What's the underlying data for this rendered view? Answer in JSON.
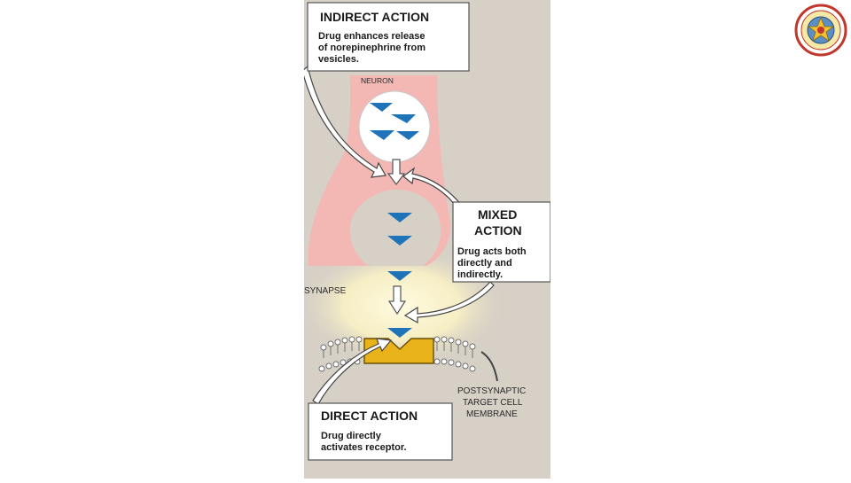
{
  "indirect": {
    "title": "INDIRECT ACTION",
    "lines": [
      "Drug enhances release",
      "of norepinephrine from",
      "vesicles."
    ]
  },
  "mixed": {
    "title_lines": [
      "MIXED",
      "ACTION"
    ],
    "lines": [
      "Drug acts both",
      "directly and",
      "indirectly."
    ]
  },
  "direct": {
    "title": "DIRECT ACTION",
    "lines": [
      "Drug directly",
      "activates receptor."
    ]
  },
  "labels": {
    "neuron": "NEURON",
    "synapse": "SYNAPSE",
    "membrane_lines": [
      "POSTSYNAPTIC",
      "TARGET CELL",
      "MEMBRANE"
    ]
  },
  "colors": {
    "background": "#d6d0c6",
    "neuron": "#f3b8b3",
    "vesicle": "#dcdcdc",
    "drug": "#1f73b8",
    "receptor": "#e8b21a",
    "glow": "#fff8c8"
  },
  "icons": {
    "logo": "university-seal-icon"
  }
}
